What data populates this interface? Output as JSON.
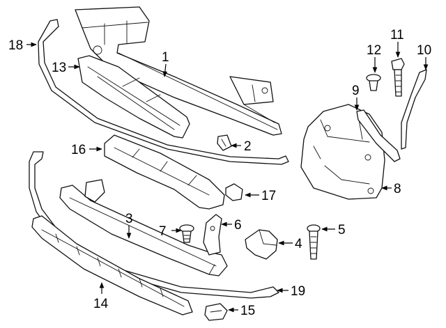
{
  "diagram": {
    "callouts": [
      {
        "id": "c1",
        "label": "1"
      },
      {
        "id": "c2",
        "label": "2"
      },
      {
        "id": "c3",
        "label": "3"
      },
      {
        "id": "c4",
        "label": "4"
      },
      {
        "id": "c5",
        "label": "5"
      },
      {
        "id": "c6",
        "label": "6"
      },
      {
        "id": "c7",
        "label": "7"
      },
      {
        "id": "c8",
        "label": "8"
      },
      {
        "id": "c9",
        "label": "9"
      },
      {
        "id": "c10",
        "label": "10"
      },
      {
        "id": "c11",
        "label": "11"
      },
      {
        "id": "c12",
        "label": "12"
      },
      {
        "id": "c13",
        "label": "13"
      },
      {
        "id": "c14",
        "label": "14"
      },
      {
        "id": "c15",
        "label": "15"
      },
      {
        "id": "c16",
        "label": "16"
      },
      {
        "id": "c17",
        "label": "17"
      },
      {
        "id": "c18",
        "label": "18"
      },
      {
        "id": "c19",
        "label": "19"
      }
    ],
    "colors": {
      "line": "#111111",
      "background": "#ffffff"
    }
  }
}
